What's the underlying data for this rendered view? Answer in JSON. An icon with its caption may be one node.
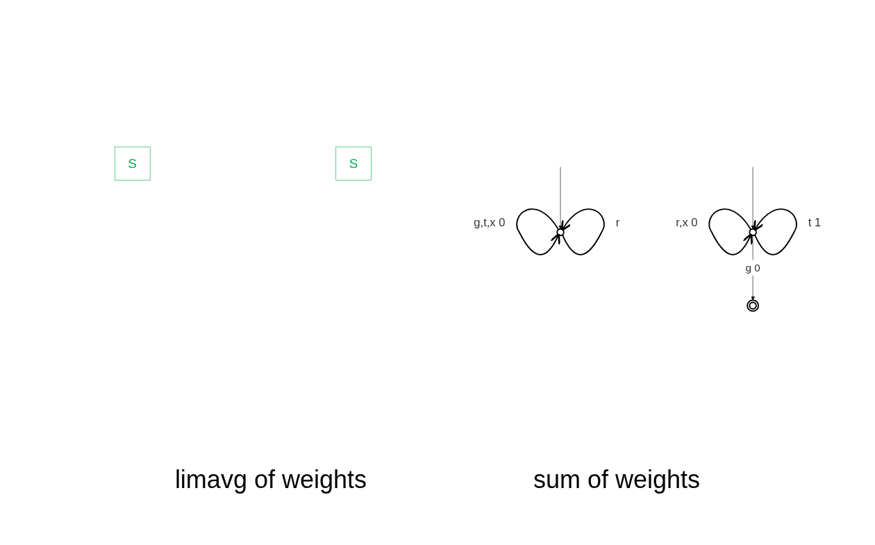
{
  "diagram": {
    "nodes": [
      {
        "text": [],
        "shape": "circle"
      },
      {
        "text": [
          "S"
        ]
      },
      {
        "text": [
          "S"
        ]
      },
      {
        "text": [],
        "shape": "circle"
      },
      {
        "text": [],
        "shape": "circle"
      }
    ],
    "edges": [
      {
        "from": null,
        "to": 0,
        "arrow": "to"
      },
      {
        "from": 0,
        "to": 0,
        "label": "g,t,x 0",
        "arrow": "to"
      },
      {
        "from": 0,
        "to": 0,
        "label": "r",
        "arrow": "to"
      },
      {
        "from": null,
        "to": 3,
        "arrow": "to"
      },
      {
        "from": 3,
        "to": 3,
        "label": "r,x 0",
        "arrow": "to"
      },
      {
        "from": 3,
        "to": 3,
        "label": "t 1",
        "arrow": "to"
      },
      {
        "from": 3,
        "to": 4,
        "label": "g 0",
        "arrow": "to"
      }
    ],
    "labels": [
      "limavg of weights",
      "sum of weights"
    ]
  }
}
